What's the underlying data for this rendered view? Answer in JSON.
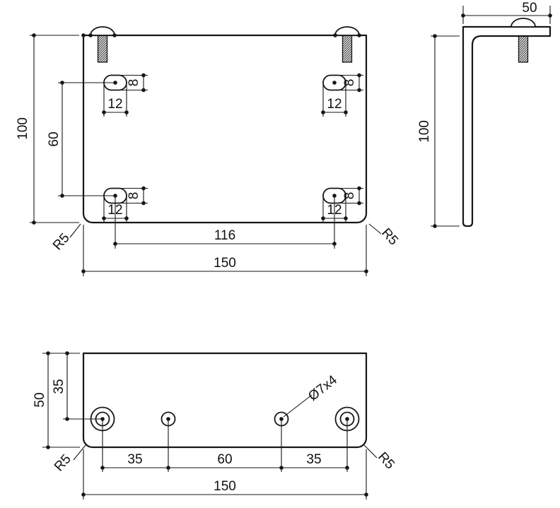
{
  "front_view": {
    "overall_width": "150",
    "overall_height": "100",
    "slot_row_spacing": "60",
    "slot_center_spacing": "116",
    "slot_width": "12",
    "slot_height": "8",
    "corner_radius": "R5"
  },
  "side_view": {
    "flange_width": "50",
    "leg_height": "100"
  },
  "top_view": {
    "overall_width": "150",
    "depth": "50",
    "hole_edge_offset": "35",
    "hole_spacing_left": "35",
    "hole_spacing_middle": "60",
    "hole_spacing_right": "35",
    "hole_callout": "Ø7x4",
    "corner_radius": "R5"
  }
}
